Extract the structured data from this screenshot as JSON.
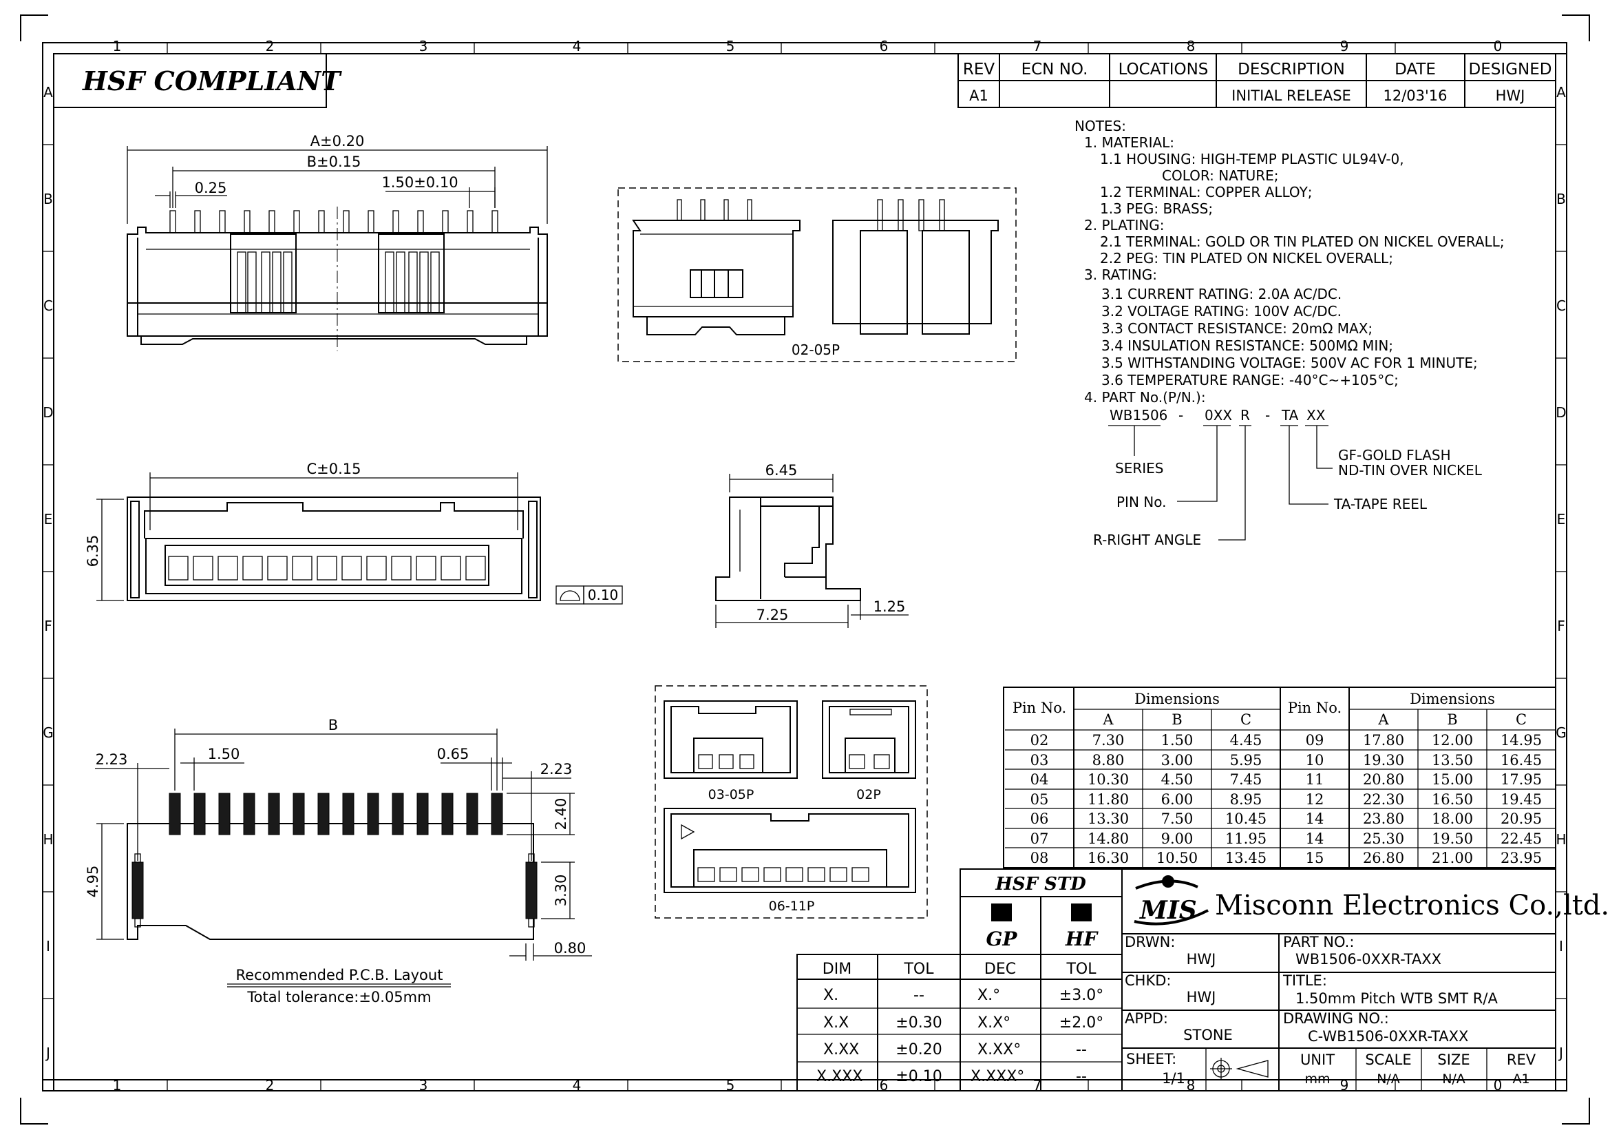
{
  "hsf_compliant": "HSF COMPLIANT",
  "border": {
    "cols": [
      "1",
      "2",
      "3",
      "4",
      "5",
      "6",
      "7",
      "8",
      "9",
      "0"
    ],
    "rows": [
      "A",
      "B",
      "C",
      "D",
      "E",
      "F",
      "G",
      "H",
      "I",
      "J"
    ]
  },
  "revision": {
    "headers": [
      "REV",
      "ECN NO.",
      "LOCATIONS",
      "DESCRIPTION",
      "DATE",
      "DESIGNED"
    ],
    "row": [
      "A1",
      "",
      "",
      "INITIAL RELEASE",
      "12/03'16",
      "HWJ"
    ]
  },
  "notes": [
    "NOTES:",
    "1. MATERIAL:",
    "1.1 HOUSING: HIGH-TEMP PLASTIC UL94V-0,",
    "COLOR: NATURE;",
    "1.2 TERMINAL: COPPER ALLOY;",
    "1.3 PEG: BRASS;",
    "2. PLATING:",
    "2.1 TERMINAL: GOLD OR TIN PLATED ON NICKEL OVERALL;",
    "2.2 PEG: TIN PLATED ON NICKEL OVERALL;",
    "3. RATING:",
    "3.1 CURRENT RATING: 2.0A AC/DC.",
    "3.2 VOLTAGE RATING: 100V AC/DC.",
    "3.3 CONTACT RESISTANCE: 20mΩ MAX;",
    "3.4 INSULATION RESISTANCE: 500MΩ MIN;",
    "3.5 WITHSTANDING VOLTAGE: 500V AC FOR 1 MINUTE;",
    "3.6 TEMPERATURE RANGE: -40°C~+105°C;",
    "4. PART No.(P/N.):"
  ],
  "part_number": {
    "segments": [
      "WB1506",
      "-",
      "0XX",
      "R",
      "-",
      "TA",
      "XX"
    ],
    "series": "SERIES",
    "pin_no": "PIN No.",
    "right_angle": "R-RIGHT ANGLE",
    "tape_reel": "TA-TAPE REEL",
    "gold_flash": "GF-GOLD FLASH",
    "tin": "ND-TIN OVER NICKEL"
  },
  "dims": {
    "a": "A±0.20",
    "b": "B±0.15",
    "pitch_top": "1.50±0.10",
    "pin_w": "0.25",
    "c": "C±0.15",
    "height": "6.35",
    "flatness": "0.10",
    "side_w": "6.45",
    "side_depth": "7.25",
    "side_peg": "1.25",
    "pcb_b": "B",
    "pcb_223_l": "2.23",
    "pcb_150": "1.50",
    "pcb_065": "0.65",
    "pcb_223_r": "2.23",
    "pcb_240": "2.40",
    "pcb_495": "4.95",
    "pcb_330": "3.30",
    "pcb_080": "0.80"
  },
  "labels": {
    "view_02_05": "02-05P",
    "view_03_05": "03-05P",
    "view_02": "02P",
    "view_06_11": "06-11P",
    "pcb_title": "Recommended P.C.B. Layout",
    "pcb_tol": "Total tolerance:±0.05mm"
  },
  "dim_table": {
    "pin_header": "Pin No.",
    "dim_header": "Dimensions",
    "cols": [
      "A",
      "B",
      "C"
    ],
    "left": [
      [
        "02",
        "7.30",
        "1.50",
        "4.45"
      ],
      [
        "03",
        "8.80",
        "3.00",
        "5.95"
      ],
      [
        "04",
        "10.30",
        "4.50",
        "7.45"
      ],
      [
        "05",
        "11.80",
        "6.00",
        "8.95"
      ],
      [
        "06",
        "13.30",
        "7.50",
        "10.45"
      ],
      [
        "07",
        "14.80",
        "9.00",
        "11.95"
      ],
      [
        "08",
        "16.30",
        "10.50",
        "13.45"
      ]
    ],
    "right": [
      [
        "09",
        "17.80",
        "12.00",
        "14.95"
      ],
      [
        "10",
        "19.30",
        "13.50",
        "16.45"
      ],
      [
        "11",
        "20.80",
        "15.00",
        "17.95"
      ],
      [
        "12",
        "22.30",
        "16.50",
        "19.45"
      ],
      [
        "14",
        "23.80",
        "18.00",
        "20.95"
      ],
      [
        "14",
        "25.30",
        "19.50",
        "22.45"
      ],
      [
        "15",
        "26.80",
        "21.00",
        "23.95"
      ]
    ]
  },
  "tolerance": {
    "headers": [
      "DIM",
      "TOL",
      "DEC",
      "TOL"
    ],
    "rows": [
      [
        "X.",
        "--",
        "X.°",
        "±3.0°"
      ],
      [
        "X.X",
        "±0.30",
        "X.X°",
        "±2.0°"
      ],
      [
        "X.XX",
        "±0.20",
        "X.XX°",
        "--"
      ],
      [
        "X.XXX",
        "±0.10",
        "X.XXX°",
        "--"
      ]
    ]
  },
  "hsf_std": {
    "title": "HSF STD",
    "gp": "GP",
    "hf": "HF"
  },
  "company": {
    "logo": "MIS",
    "name": "Misconn Electronics Co.,ltd."
  },
  "title_block": {
    "drwn_label": "DRWN:",
    "drwn": "HWJ",
    "chkd_label": "CHKD:",
    "chkd": "HWJ",
    "appd_label": "APPD:",
    "appd": "STONE",
    "sheet_label": "SHEET:",
    "sheet": "1/1",
    "part_label": "PART NO.:",
    "part": "WB1506-0XXR-TAXX",
    "title_label": "TITLE:",
    "title": "1.50mm Pitch WTB SMT R/A",
    "drawing_label": "DRAWING NO.:",
    "drawing": "C-WB1506-0XXR-TAXX",
    "unit_label": "UNIT",
    "unit": "mm",
    "scale_label": "SCALE",
    "scale": "N/A",
    "size_label": "SIZE",
    "size": "N/A",
    "rev_label": "REV",
    "rev": "A1"
  }
}
